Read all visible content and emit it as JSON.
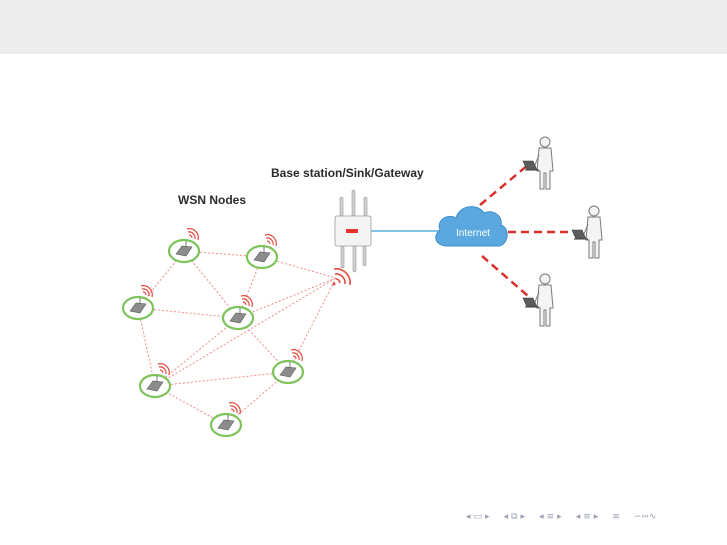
{
  "diagram": {
    "title_nodes": "WSN Nodes",
    "title_base": "Base station/Sink/Gateway",
    "internet_label": "Internet",
    "colors": {
      "node_ring": "#7cc35a",
      "node_fill": "#ffffff",
      "mesh_link": "#f08a8a",
      "signal": "#e24b3f",
      "uplink": "#5ab0dd",
      "cloud": "#5aa8df",
      "user_link": "#d9302c",
      "gateway_led": "#e0342c"
    },
    "icons": {
      "node": "sensor-node-icon",
      "gateway": "gateway-router-icon",
      "cloud": "cloud-icon",
      "user": "user-laptop-icon",
      "signal": "wifi-signal-icon"
    }
  },
  "nav": {
    "icons": [
      "nav-prev-frame-icon",
      "nav-frame-icon",
      "nav-next-frame-icon",
      "nav-prev-subsection-icon",
      "nav-subsection-icon",
      "nav-next-subsection-icon",
      "nav-prev-section-icon",
      "nav-section-icon",
      "nav-next-section-icon",
      "nav-align-icon",
      "nav-search-icon"
    ]
  }
}
